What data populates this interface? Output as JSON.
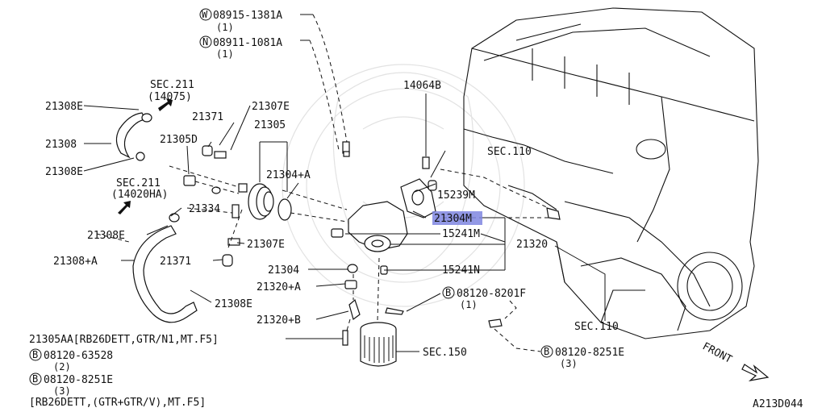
{
  "diagram_code": "A213D044",
  "front_label": "FRONT",
  "highlight_color": "#7f86e0",
  "labels": {
    "w_bolt": "08915-1381A",
    "w_bolt_qty": "(1)",
    "w_prefix": "W",
    "n_bolt": "08911-1081A",
    "n_bolt_qty": "(1)",
    "n_prefix": "N",
    "p14064b": "14064B",
    "sec211_top": "SEC.211",
    "sec211_top_ref": "(14075)",
    "p21308e_top": "21308E",
    "p21371_top": "21371",
    "p21307e_top": "21307E",
    "p21305": "21305",
    "p21305d": "21305D",
    "p21308": "21308",
    "p21308e_mid": "21308E",
    "sec211_mid": "SEC.211",
    "sec211_mid_ref": "(14020HA)",
    "p21304a": "21304+A",
    "sec110_top": "SEC.110",
    "p15239m": "15239M",
    "p21304m": "21304M",
    "p21334": "21334",
    "p21308e_low": "21308E",
    "p15241m": "15241M",
    "p21320": "21320",
    "p21307e_low": "21307E",
    "p21308a": "21308+A",
    "p21371_low": "21371",
    "p21304": "21304",
    "p15241n": "15241N",
    "p21320a": "21320+A",
    "b_prefix": "B",
    "b8201f": "08120-8201F",
    "b8201f_qty": "(1)",
    "p21308e_bot": "21308E",
    "p21320b": "21320+B",
    "sec110_bot": "SEC.110",
    "p21305aa": "21305AA[RB26DETT,GTR/N1,MT.F5]",
    "sec150": "SEC.150",
    "b63528": "08120-63528",
    "b63528_qty": "(2)",
    "b8251e_right": "08120-8251E",
    "b8251e_right_qty": "(3)",
    "b8251e_left": "08120-8251E",
    "b8251e_left_qty": "(3)",
    "bottom_note": "[RB26DETT,(GTR+GTR/V),MT.F5]"
  }
}
